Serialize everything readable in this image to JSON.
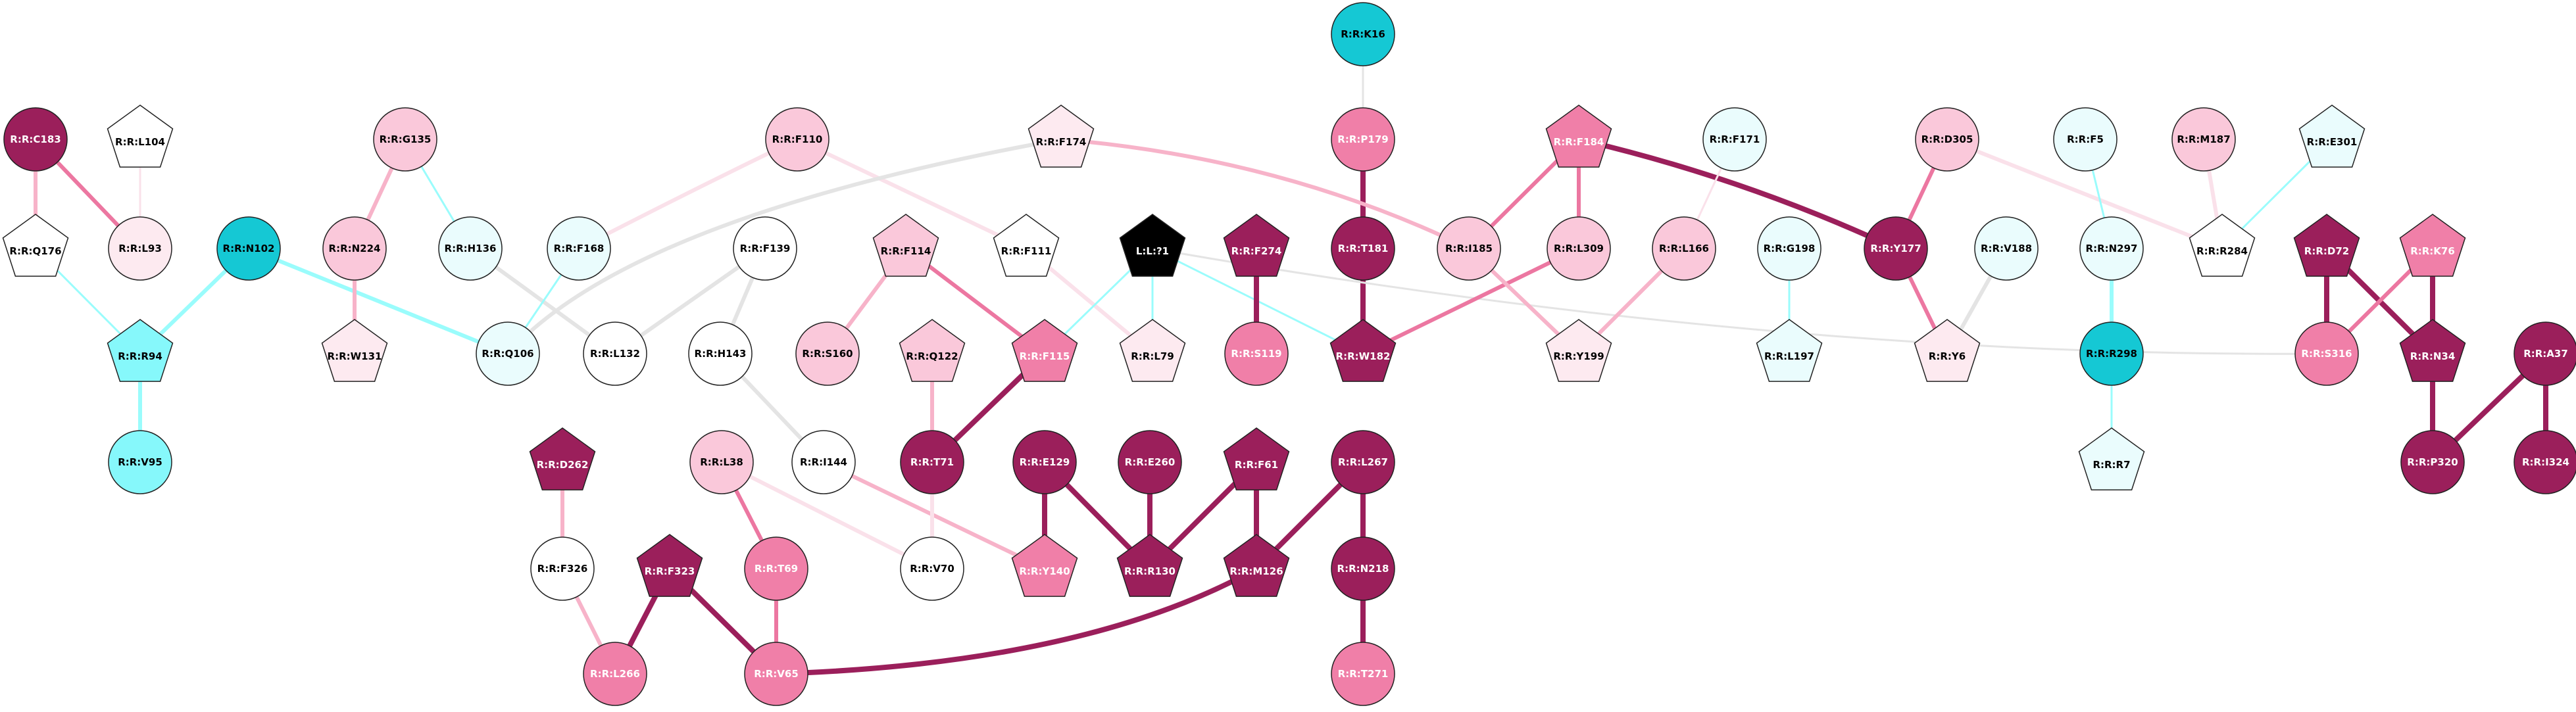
{
  "palette": {
    "cyan": "#15c8d4",
    "cyan_light": "#86f8fb",
    "ice": "#eafcfd",
    "white": "#ffffff",
    "blush": "#fdeaf0",
    "pink_light": "#fac8da",
    "pink": "#f07fa8",
    "magenta": "#9b1f5b",
    "black": "#000000",
    "edge_grey": "#e4e4e4",
    "edge_cyan": "#9afcfc",
    "edge_pink": "#f7b3c9",
    "edge_pink_faint": "#fae1ea",
    "edge_pink_mid": "#ec77a1"
  },
  "nodes": [
    {
      "id": "R:R:K16",
      "shape": "circle",
      "fill": "cyan"
    },
    {
      "id": "R:R:C183",
      "shape": "circle",
      "fill": "magenta"
    },
    {
      "id": "R:R:L104",
      "shape": "pentagon",
      "fill": "white"
    },
    {
      "id": "R:R:G135",
      "shape": "circle",
      "fill": "pink_light"
    },
    {
      "id": "R:R:F110",
      "shape": "circle",
      "fill": "pink_light"
    },
    {
      "id": "R:R:F174",
      "shape": "pentagon",
      "fill": "blush"
    },
    {
      "id": "R:R:P179",
      "shape": "circle",
      "fill": "pink"
    },
    {
      "id": "R:R:F184",
      "shape": "pentagon",
      "fill": "pink"
    },
    {
      "id": "R:R:F171",
      "shape": "circle",
      "fill": "ice"
    },
    {
      "id": "R:R:D305",
      "shape": "circle",
      "fill": "pink_light"
    },
    {
      "id": "R:R:F5",
      "shape": "circle",
      "fill": "ice"
    },
    {
      "id": "R:R:M187",
      "shape": "circle",
      "fill": "pink_light"
    },
    {
      "id": "R:R:E301",
      "shape": "pentagon",
      "fill": "ice"
    },
    {
      "id": "R:R:Q176",
      "shape": "pentagon",
      "fill": "white"
    },
    {
      "id": "R:R:L93",
      "shape": "circle",
      "fill": "blush"
    },
    {
      "id": "R:R:N102",
      "shape": "circle",
      "fill": "cyan"
    },
    {
      "id": "R:R:N224",
      "shape": "circle",
      "fill": "pink_light"
    },
    {
      "id": "R:R:H136",
      "shape": "circle",
      "fill": "ice"
    },
    {
      "id": "R:R:F168",
      "shape": "circle",
      "fill": "ice"
    },
    {
      "id": "R:R:F139",
      "shape": "circle",
      "fill": "white"
    },
    {
      "id": "R:R:F114",
      "shape": "pentagon",
      "fill": "pink_light"
    },
    {
      "id": "R:R:F111",
      "shape": "pentagon",
      "fill": "white"
    },
    {
      "id": "L:L:?1",
      "shape": "pentagon",
      "fill": "black"
    },
    {
      "id": "R:R:F274",
      "shape": "pentagon",
      "fill": "magenta"
    },
    {
      "id": "R:R:T181",
      "shape": "circle",
      "fill": "magenta"
    },
    {
      "id": "R:R:I185",
      "shape": "circle",
      "fill": "pink_light"
    },
    {
      "id": "R:R:L309",
      "shape": "circle",
      "fill": "pink_light"
    },
    {
      "id": "R:R:L166",
      "shape": "circle",
      "fill": "pink_light"
    },
    {
      "id": "R:R:G198",
      "shape": "circle",
      "fill": "ice"
    },
    {
      "id": "R:R:Y177",
      "shape": "circle",
      "fill": "magenta"
    },
    {
      "id": "R:R:V188",
      "shape": "circle",
      "fill": "ice"
    },
    {
      "id": "R:R:N297",
      "shape": "circle",
      "fill": "ice"
    },
    {
      "id": "R:R:R284",
      "shape": "pentagon",
      "fill": "white"
    },
    {
      "id": "R:R:D72",
      "shape": "pentagon",
      "fill": "magenta"
    },
    {
      "id": "R:R:K76",
      "shape": "pentagon",
      "fill": "pink"
    },
    {
      "id": "R:R:R94",
      "shape": "pentagon",
      "fill": "cyan_light"
    },
    {
      "id": "R:R:W131",
      "shape": "pentagon",
      "fill": "blush"
    },
    {
      "id": "R:R:Q106",
      "shape": "circle",
      "fill": "ice"
    },
    {
      "id": "R:R:L132",
      "shape": "circle",
      "fill": "white"
    },
    {
      "id": "R:R:H143",
      "shape": "circle",
      "fill": "white"
    },
    {
      "id": "R:R:S160",
      "shape": "circle",
      "fill": "pink_light"
    },
    {
      "id": "R:R:Q122",
      "shape": "pentagon",
      "fill": "pink_light"
    },
    {
      "id": "R:R:F115",
      "shape": "pentagon",
      "fill": "pink"
    },
    {
      "id": "R:R:L79",
      "shape": "pentagon",
      "fill": "blush"
    },
    {
      "id": "R:R:S119",
      "shape": "circle",
      "fill": "pink"
    },
    {
      "id": "R:R:W182",
      "shape": "pentagon",
      "fill": "magenta"
    },
    {
      "id": "R:R:Y199",
      "shape": "pentagon",
      "fill": "blush"
    },
    {
      "id": "R:R:L197",
      "shape": "pentagon",
      "fill": "ice"
    },
    {
      "id": "R:R:Y6",
      "shape": "pentagon",
      "fill": "blush"
    },
    {
      "id": "R:R:R298",
      "shape": "circle",
      "fill": "cyan"
    },
    {
      "id": "R:R:S316",
      "shape": "circle",
      "fill": "pink"
    },
    {
      "id": "R:R:N34",
      "shape": "pentagon",
      "fill": "magenta"
    },
    {
      "id": "R:R:A37",
      "shape": "circle",
      "fill": "magenta"
    },
    {
      "id": "R:R:V95",
      "shape": "circle",
      "fill": "cyan_light"
    },
    {
      "id": "R:R:D262",
      "shape": "pentagon",
      "fill": "magenta"
    },
    {
      "id": "R:R:I144",
      "shape": "circle",
      "fill": "white"
    },
    {
      "id": "R:R:L38",
      "shape": "circle",
      "fill": "pink_light"
    },
    {
      "id": "R:R:T71",
      "shape": "circle",
      "fill": "magenta"
    },
    {
      "id": "R:R:E129",
      "shape": "circle",
      "fill": "magenta"
    },
    {
      "id": "R:R:E260",
      "shape": "circle",
      "fill": "magenta"
    },
    {
      "id": "R:R:F61",
      "shape": "pentagon",
      "fill": "magenta"
    },
    {
      "id": "R:R:L267",
      "shape": "circle",
      "fill": "magenta"
    },
    {
      "id": "R:R:R7",
      "shape": "pentagon",
      "fill": "ice"
    },
    {
      "id": "R:R:P320",
      "shape": "circle",
      "fill": "magenta"
    },
    {
      "id": "R:R:I324",
      "shape": "circle",
      "fill": "magenta"
    },
    {
      "id": "R:R:F326",
      "shape": "circle",
      "fill": "white"
    },
    {
      "id": "R:R:F323",
      "shape": "pentagon",
      "fill": "magenta"
    },
    {
      "id": "R:R:T69",
      "shape": "circle",
      "fill": "pink"
    },
    {
      "id": "R:R:V70",
      "shape": "circle",
      "fill": "white"
    },
    {
      "id": "R:R:Y140",
      "shape": "pentagon",
      "fill": "pink"
    },
    {
      "id": "R:R:R130",
      "shape": "pentagon",
      "fill": "magenta"
    },
    {
      "id": "R:R:M126",
      "shape": "pentagon",
      "fill": "magenta"
    },
    {
      "id": "R:R:N218",
      "shape": "circle",
      "fill": "magenta"
    },
    {
      "id": "R:R:L266",
      "shape": "circle",
      "fill": "pink"
    },
    {
      "id": "R:R:V65",
      "shape": "circle",
      "fill": "pink"
    },
    {
      "id": "R:R:T271",
      "shape": "circle",
      "fill": "pink"
    }
  ],
  "edges": [
    {
      "source": "R:R:K16",
      "target": "R:R:P179",
      "color": "edge_grey",
      "weight": "thin"
    },
    {
      "source": "R:R:P179",
      "target": "R:R:T181",
      "color": "magenta",
      "weight": "bold"
    },
    {
      "source": "R:R:T181",
      "target": "R:R:W182",
      "color": "magenta",
      "weight": "bold"
    },
    {
      "source": "R:R:C183",
      "target": "R:R:L93",
      "color": "edge_pink_mid",
      "weight": "medium"
    },
    {
      "source": "R:R:C183",
      "target": "R:R:Q176",
      "color": "edge_pink",
      "weight": "medium"
    },
    {
      "source": "R:R:L104",
      "target": "R:R:L93",
      "color": "edge_pink_faint",
      "weight": "thin"
    },
    {
      "source": "R:R:Q176",
      "target": "R:R:R94",
      "color": "edge_cyan",
      "weight": "thin"
    },
    {
      "source": "R:R:N102",
      "target": "R:R:R94",
      "color": "edge_cyan",
      "weight": "medium"
    },
    {
      "source": "R:R:N102",
      "target": "R:R:Q106",
      "color": "edge_cyan",
      "weight": "medium"
    },
    {
      "source": "R:R:R94",
      "target": "R:R:V95",
      "color": "edge_cyan",
      "weight": "medium"
    },
    {
      "source": "R:R:G135",
      "target": "R:R:N224",
      "color": "edge_pink",
      "weight": "medium"
    },
    {
      "source": "R:R:G135",
      "target": "R:R:H136",
      "color": "edge_cyan",
      "weight": "thin"
    },
    {
      "source": "R:R:N224",
      "target": "R:R:W131",
      "color": "edge_pink",
      "weight": "medium"
    },
    {
      "source": "R:R:H136",
      "target": "R:R:L132",
      "color": "edge_grey",
      "weight": "medium"
    },
    {
      "source": "R:R:F110",
      "target": "R:R:F168",
      "color": "edge_pink_faint",
      "weight": "medium"
    },
    {
      "source": "R:R:F110",
      "target": "R:R:F111",
      "color": "edge_pink_faint",
      "weight": "medium"
    },
    {
      "source": "R:R:F174",
      "target": "R:R:Q106",
      "color": "edge_grey",
      "weight": "medium"
    },
    {
      "source": "R:R:F174",
      "target": "R:R:I185",
      "color": "edge_pink",
      "weight": "medium"
    },
    {
      "source": "R:R:F168",
      "target": "R:R:Q106",
      "color": "edge_cyan",
      "weight": "thin"
    },
    {
      "source": "R:R:F139",
      "target": "R:R:L132",
      "color": "edge_grey",
      "weight": "medium"
    },
    {
      "source": "R:R:F139",
      "target": "R:R:H143",
      "color": "edge_grey",
      "weight": "medium"
    },
    {
      "source": "R:R:H143",
      "target": "R:R:I144",
      "color": "edge_grey",
      "weight": "medium"
    },
    {
      "source": "R:R:F114",
      "target": "R:R:S160",
      "color": "edge_pink",
      "weight": "medium"
    },
    {
      "source": "R:R:F114",
      "target": "R:R:F115",
      "color": "edge_pink_mid",
      "weight": "medium"
    },
    {
      "source": "R:R:Q122",
      "target": "R:R:T71",
      "color": "edge_pink",
      "weight": "medium"
    },
    {
      "source": "R:R:F115",
      "target": "R:R:T71",
      "color": "magenta",
      "weight": "bold"
    },
    {
      "source": "R:R:F111",
      "target": "R:R:L79",
      "color": "edge_pink_faint",
      "weight": "medium"
    },
    {
      "source": "L:L:?1",
      "target": "R:R:F115",
      "color": "edge_cyan",
      "weight": "thin"
    },
    {
      "source": "L:L:?1",
      "target": "R:R:L79",
      "color": "edge_cyan",
      "weight": "thin"
    },
    {
      "source": "L:L:?1",
      "target": "R:R:W182",
      "color": "edge_cyan",
      "weight": "thin"
    },
    {
      "source": "L:L:?1",
      "target": "R:R:S316",
      "color": "edge_grey",
      "weight": "thin"
    },
    {
      "source": "R:R:F274",
      "target": "R:R:S119",
      "color": "magenta",
      "weight": "bold"
    },
    {
      "source": "R:R:F184",
      "target": "R:R:I185",
      "color": "edge_pink_mid",
      "weight": "medium"
    },
    {
      "source": "R:R:F184",
      "target": "R:R:L309",
      "color": "edge_pink_mid",
      "weight": "medium"
    },
    {
      "source": "R:R:F184",
      "target": "R:R:Y177",
      "color": "magenta",
      "weight": "bold"
    },
    {
      "source": "R:R:L309",
      "target": "R:R:W182",
      "color": "edge_pink_mid",
      "weight": "medium"
    },
    {
      "source": "R:R:I185",
      "target": "R:R:Y199",
      "color": "edge_pink",
      "weight": "medium"
    },
    {
      "source": "R:R:L166",
      "target": "R:R:Y199",
      "color": "edge_pink",
      "weight": "medium"
    },
    {
      "source": "R:R:F171",
      "target": "R:R:L166",
      "color": "edge_pink_faint",
      "weight": "thin"
    },
    {
      "source": "R:R:G198",
      "target": "R:R:L197",
      "color": "edge_cyan",
      "weight": "thin"
    },
    {
      "source": "R:R:D305",
      "target": "R:R:Y177",
      "color": "edge_pink_mid",
      "weight": "medium"
    },
    {
      "source": "R:R:D305",
      "target": "R:R:R284",
      "color": "edge_pink_faint",
      "weight": "medium"
    },
    {
      "source": "R:R:Y177",
      "target": "R:R:Y6",
      "color": "edge_pink_mid",
      "weight": "medium"
    },
    {
      "source": "R:R:V188",
      "target": "R:R:Y6",
      "color": "edge_grey",
      "weight": "medium"
    },
    {
      "source": "R:R:F5",
      "target": "R:R:N297",
      "color": "edge_cyan",
      "weight": "thin"
    },
    {
      "source": "R:R:N297",
      "target": "R:R:R298",
      "color": "edge_cyan",
      "weight": "medium"
    },
    {
      "source": "R:R:R298",
      "target": "R:R:R7",
      "color": "edge_cyan",
      "weight": "thin"
    },
    {
      "source": "R:R:M187",
      "target": "R:R:R284",
      "color": "edge_pink_faint",
      "weight": "medium"
    },
    {
      "source": "R:R:E301",
      "target": "R:R:R284",
      "color": "edge_cyan",
      "weight": "thin"
    },
    {
      "source": "R:R:D72",
      "target": "R:R:S316",
      "color": "magenta",
      "weight": "bold"
    },
    {
      "source": "R:R:D72",
      "target": "R:R:N34",
      "color": "magenta",
      "weight": "bold"
    },
    {
      "source": "R:R:K76",
      "target": "R:R:S316",
      "color": "edge_pink_mid",
      "weight": "medium"
    },
    {
      "source": "R:R:K76",
      "target": "R:R:N34",
      "color": "magenta",
      "weight": "bold"
    },
    {
      "source": "R:R:N34",
      "target": "R:R:P320",
      "color": "magenta",
      "weight": "bold"
    },
    {
      "source": "R:R:A37",
      "target": "R:R:P320",
      "color": "magenta",
      "weight": "bold"
    },
    {
      "source": "R:R:A37",
      "target": "R:R:I324",
      "color": "magenta",
      "weight": "bold"
    },
    {
      "source": "R:R:D262",
      "target": "R:R:F326",
      "color": "edge_pink",
      "weight": "medium"
    },
    {
      "source": "R:R:F326",
      "target": "R:R:L266",
      "color": "edge_pink",
      "weight": "medium"
    },
    {
      "source": "R:R:F323",
      "target": "R:R:L266",
      "color": "magenta",
      "weight": "bold"
    },
    {
      "source": "R:R:F323",
      "target": "R:R:V65",
      "color": "magenta",
      "weight": "bold"
    },
    {
      "source": "R:R:L38",
      "target": "R:R:T69",
      "color": "edge_pink_mid",
      "weight": "medium"
    },
    {
      "source": "R:R:L38",
      "target": "R:R:V70",
      "color": "edge_pink_faint",
      "weight": "medium"
    },
    {
      "source": "R:R:T69",
      "target": "R:R:V65",
      "color": "edge_pink_mid",
      "weight": "medium"
    },
    {
      "source": "R:R:I144",
      "target": "R:R:Y140",
      "color": "edge_pink",
      "weight": "medium"
    },
    {
      "source": "R:R:T71",
      "target": "R:R:V70",
      "color": "edge_pink_faint",
      "weight": "medium"
    },
    {
      "source": "R:R:E129",
      "target": "R:R:Y140",
      "color": "magenta",
      "weight": "bold"
    },
    {
      "source": "R:R:E129",
      "target": "R:R:R130",
      "color": "magenta",
      "weight": "bold"
    },
    {
      "source": "R:R:E260",
      "target": "R:R:R130",
      "color": "magenta",
      "weight": "bold"
    },
    {
      "source": "R:R:F61",
      "target": "R:R:R130",
      "color": "magenta",
      "weight": "bold"
    },
    {
      "source": "R:R:F61",
      "target": "R:R:M126",
      "color": "magenta",
      "weight": "bold"
    },
    {
      "source": "R:R:L267",
      "target": "R:R:M126",
      "color": "magenta",
      "weight": "bold"
    },
    {
      "source": "R:R:L267",
      "target": "R:R:N218",
      "color": "magenta",
      "weight": "bold"
    },
    {
      "source": "R:R:N218",
      "target": "R:R:T271",
      "color": "magenta",
      "weight": "bold"
    },
    {
      "source": "R:R:M126",
      "target": "R:R:V65",
      "color": "magenta",
      "weight": "bold"
    }
  ]
}
